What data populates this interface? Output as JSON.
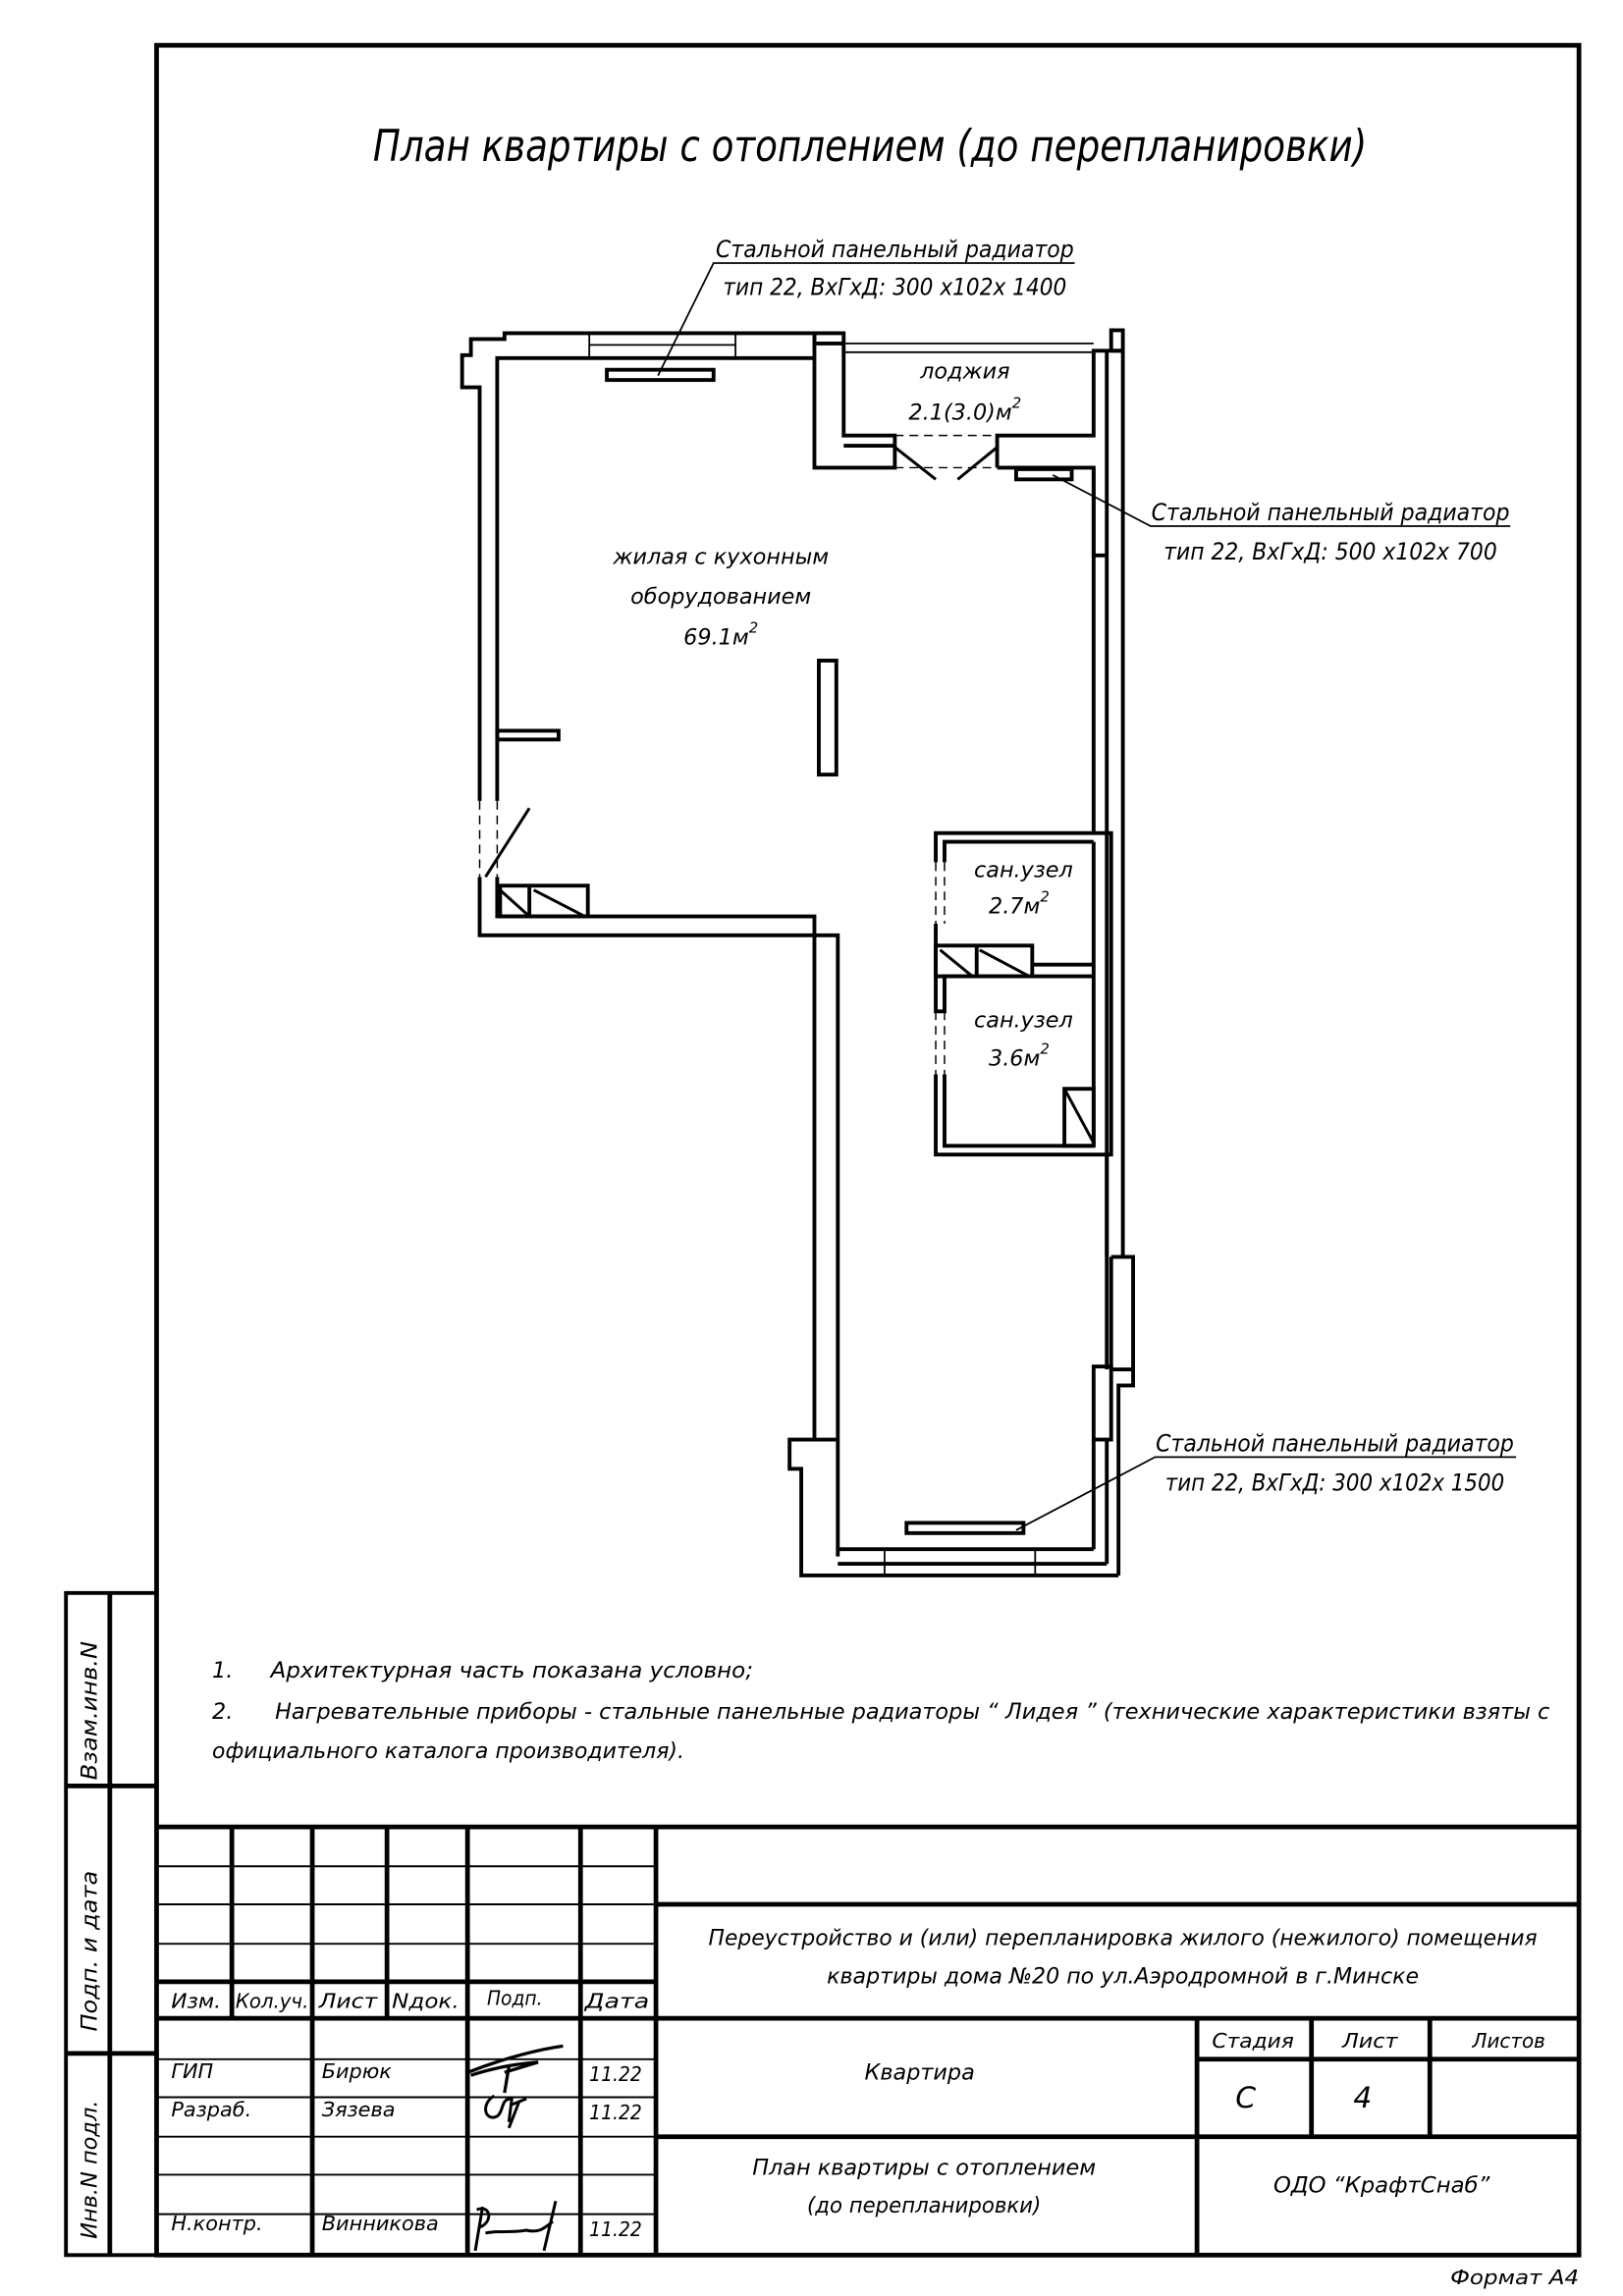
{
  "title": "План квартиры с отоплением (до перепланировки)",
  "radiators": [
    {
      "label": "Стальной панельный радиатор",
      "spec": "тип 22, ВхГхД:  300 х102х 1400"
    },
    {
      "label": "Стальной панельный радиатор",
      "spec": "тип 22, ВхГхД:  500 х102х 700"
    },
    {
      "label": "Стальной панельный радиатор",
      "spec": "тип 22, ВхГхД:  300 х102х 1500"
    }
  ],
  "rooms": {
    "loggia": {
      "name": "лоджия",
      "area": "2.1(3.0)м",
      "sup": "2"
    },
    "living": {
      "name1": "жилая с кухонным",
      "name2": "оборудованием",
      "area": "69.1м",
      "sup": "2"
    },
    "bath1": {
      "name": "сан.узел",
      "area": "2.7м",
      "sup": "2"
    },
    "bath2": {
      "name": "сан.узел",
      "area": "3.6м",
      "sup": "2"
    }
  },
  "notes": [
    {
      "num": "1.",
      "text": "Архитектурная часть показана условно;"
    },
    {
      "num": "2.",
      "text": "Нагревательные приборы - стальные панельные радиаторы “ Лидея ” (технические характеристики взяты с",
      "cont": "официального каталога производителя)."
    }
  ],
  "side_strip": {
    "vzam": "Взам.инв.N",
    "podp": "Подп. и дата",
    "inv": "Инв.N подл."
  },
  "title_block": {
    "headers": [
      "Изм.",
      "Кол.уч.",
      "Лист",
      "Nдок.",
      "Подп.",
      "Дата"
    ],
    "signers": [
      {
        "role": "ГИП",
        "name": "Бирюк",
        "date": "11.22"
      },
      {
        "role": "Разраб.",
        "name": "Зязева",
        "date": "11.22"
      },
      {
        "role": "Н.контр.",
        "name": "Винникова",
        "date": "11.22"
      }
    ],
    "project_line1": "Переустройство и (или) перепланировка жилого (нежилого) помещения",
    "project_line2": "квартиры дома №20 по ул.Аэродромной в г.Минске",
    "object": "Квартира",
    "stage_label": "Стадия",
    "sheet_label": "Лист",
    "sheets_label": "Листов",
    "stage": "С",
    "sheet": "4",
    "sheets": "",
    "drawing_line1": "План квартиры с отоплением",
    "drawing_line2": "(до перепланировки)",
    "company": "ОДО “КрафтСнаб”"
  },
  "format": "Формат А4"
}
